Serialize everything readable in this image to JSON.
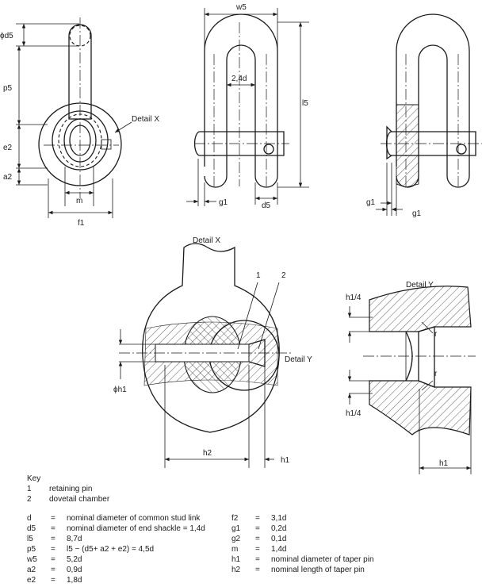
{
  "dimensions": {
    "phi_d5": "ϕd5",
    "p5": "p5",
    "e2": "e2",
    "a2": "a2",
    "m": "m",
    "f1": "f1",
    "w5": "w5",
    "inner_width": "2,4d",
    "l5": "l5",
    "g1": "g1",
    "d5": "d5",
    "h1_quarter": "h1/4",
    "phi_h1": "ϕh1",
    "h2": "h2",
    "h1": "h1",
    "r": "r"
  },
  "labels": {
    "detail_x": "Detail X",
    "detail_y": "Detail Y",
    "callout_1": "1",
    "callout_2": "2"
  },
  "key": {
    "title": "Key",
    "items": [
      {
        "num": "1",
        "text": "retaining pin"
      },
      {
        "num": "2",
        "text": "dovetail chamber"
      }
    ],
    "defs_left": [
      {
        "sym": "d",
        "eq": "=",
        "text": "nominal diameter of common stud link"
      },
      {
        "sym": "d5",
        "eq": "=",
        "text": "nominal diameter of end shackle = 1,4d"
      },
      {
        "sym": "l5",
        "eq": "=",
        "text": "8,7d"
      },
      {
        "sym": "p5",
        "eq": "=",
        "text": "l5 − (d5+ a2 + e2) = 4,5d"
      },
      {
        "sym": "w5",
        "eq": "=",
        "text": "5,2d"
      },
      {
        "sym": "a2",
        "eq": "=",
        "text": "0,9d"
      },
      {
        "sym": "e2",
        "eq": "=",
        "text": "1,8d"
      }
    ],
    "defs_right": [
      {
        "sym": "f2",
        "eq": "=",
        "text": "3,1d"
      },
      {
        "sym": "g1",
        "eq": "=",
        "text": "0,2d"
      },
      {
        "sym": "g2",
        "eq": "=",
        "text": "0,1d"
      },
      {
        "sym": "m",
        "eq": "=",
        "text": "1,4d"
      },
      {
        "sym": "h1",
        "eq": "=",
        "text": "nominal diameter of taper pin"
      },
      {
        "sym": "h2",
        "eq": "=",
        "text": "nominal length of taper pin"
      }
    ]
  }
}
